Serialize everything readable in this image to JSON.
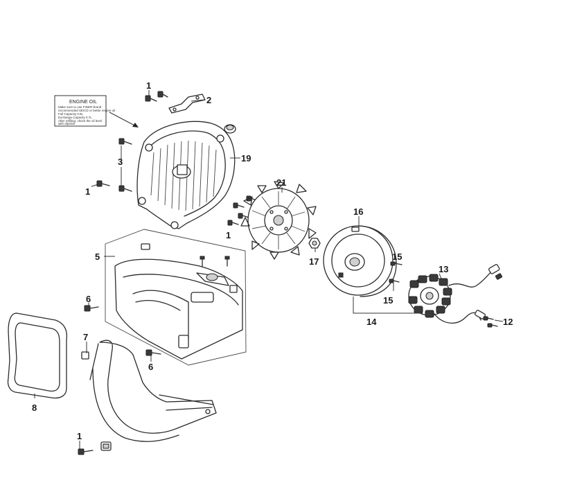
{
  "callouts": {
    "c1_top": "1",
    "c2": "2",
    "c3": "3",
    "c1_left": "1",
    "c19": "19",
    "c21": "21",
    "c1_mid": "1",
    "c16": "16",
    "c17": "17",
    "c15_top": "15",
    "c13": "13",
    "c15_bot": "15",
    "c14": "14",
    "c12": "12",
    "c5": "5",
    "c6_top": "6",
    "c7": "7",
    "c6_bot": "6",
    "c8": "8",
    "c1_bot": "1"
  },
  "oil_label": {
    "heading": "ENGINE OIL",
    "lines": [
      "Make sure to use FINER-brand",
      "recommended SE/CD or better engine oil",
      "Full Capacity          0.8L",
      "Exchange Capacity      0.7L",
      "After refilling, check the oil level",
      "with dipstick"
    ]
  }
}
